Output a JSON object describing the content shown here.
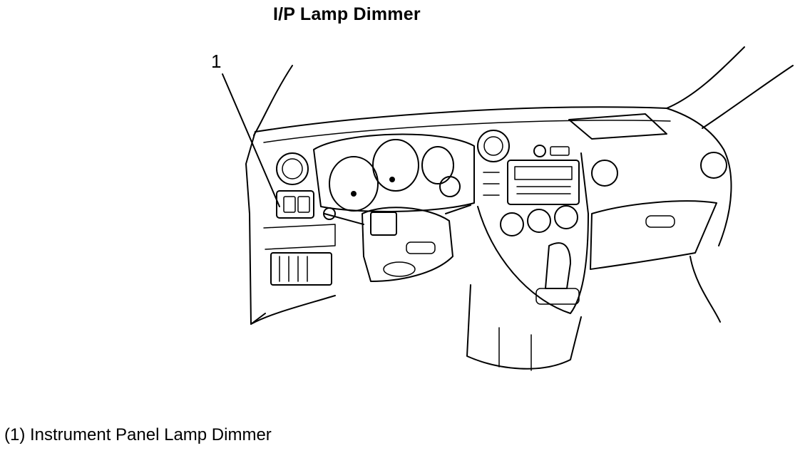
{
  "diagram": {
    "title": "I/P Lamp Dimmer",
    "callouts": [
      {
        "number": "1"
      }
    ],
    "legend": [
      {
        "text": "(1) Instrument Panel Lamp Dimmer"
      }
    ]
  }
}
